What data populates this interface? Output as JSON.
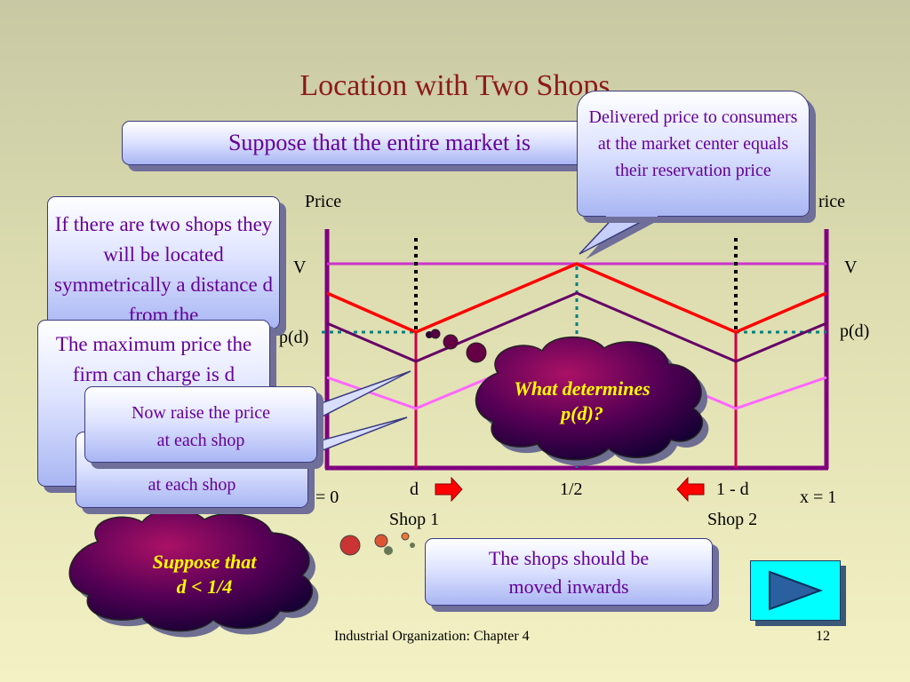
{
  "slide": {
    "title": "Location with Two Shops",
    "footer_left": "Industrial Organization: Chapter 4",
    "page_number": "12"
  },
  "boxes": {
    "market_box": "Suppose that the entire market is",
    "two_shops_box": "If there are two shops they will be located symmetrically a distance d from the",
    "max_price_box": "The maximum price the firm can charge is d",
    "raise_price_back_line2": "at each shop",
    "raise_price_line1": "Now raise the price",
    "raise_price_line2": "at each shop",
    "delivered_price": "Delivered price to consumers at the market center equals their reservation price",
    "move_inwards_line1": "The shops should be",
    "move_inwards_line2": "moved inwards"
  },
  "clouds": {
    "determines_line1": "What determines",
    "determines_line2": "p(d)?",
    "suppose_line1": "Suppose that",
    "suppose_line2": "d < 1/4"
  },
  "axis_labels": {
    "price_left": "Price",
    "price_right": "rice",
    "v_left": "V",
    "v_right": "V",
    "pd_left": "p(d)",
    "pd_right": "p(d)",
    "x0": "= 0",
    "d": "d",
    "half": "1/2",
    "one_minus_d": "1 - d",
    "x1": "x = 1",
    "shop1": "Shop 1",
    "shop2": "Shop 2"
  },
  "colors": {
    "axis": "#800080",
    "delivered_red": "#ff0000",
    "dark_purple": "#660066",
    "pink": "#ff66ff",
    "teal": "#008080",
    "arrow_red": "#ff0000",
    "title": "#8b1a1a",
    "cloud_text": "#ffff00",
    "box_text": "#660099"
  },
  "icons": {
    "next": "play-triangle-icon"
  }
}
